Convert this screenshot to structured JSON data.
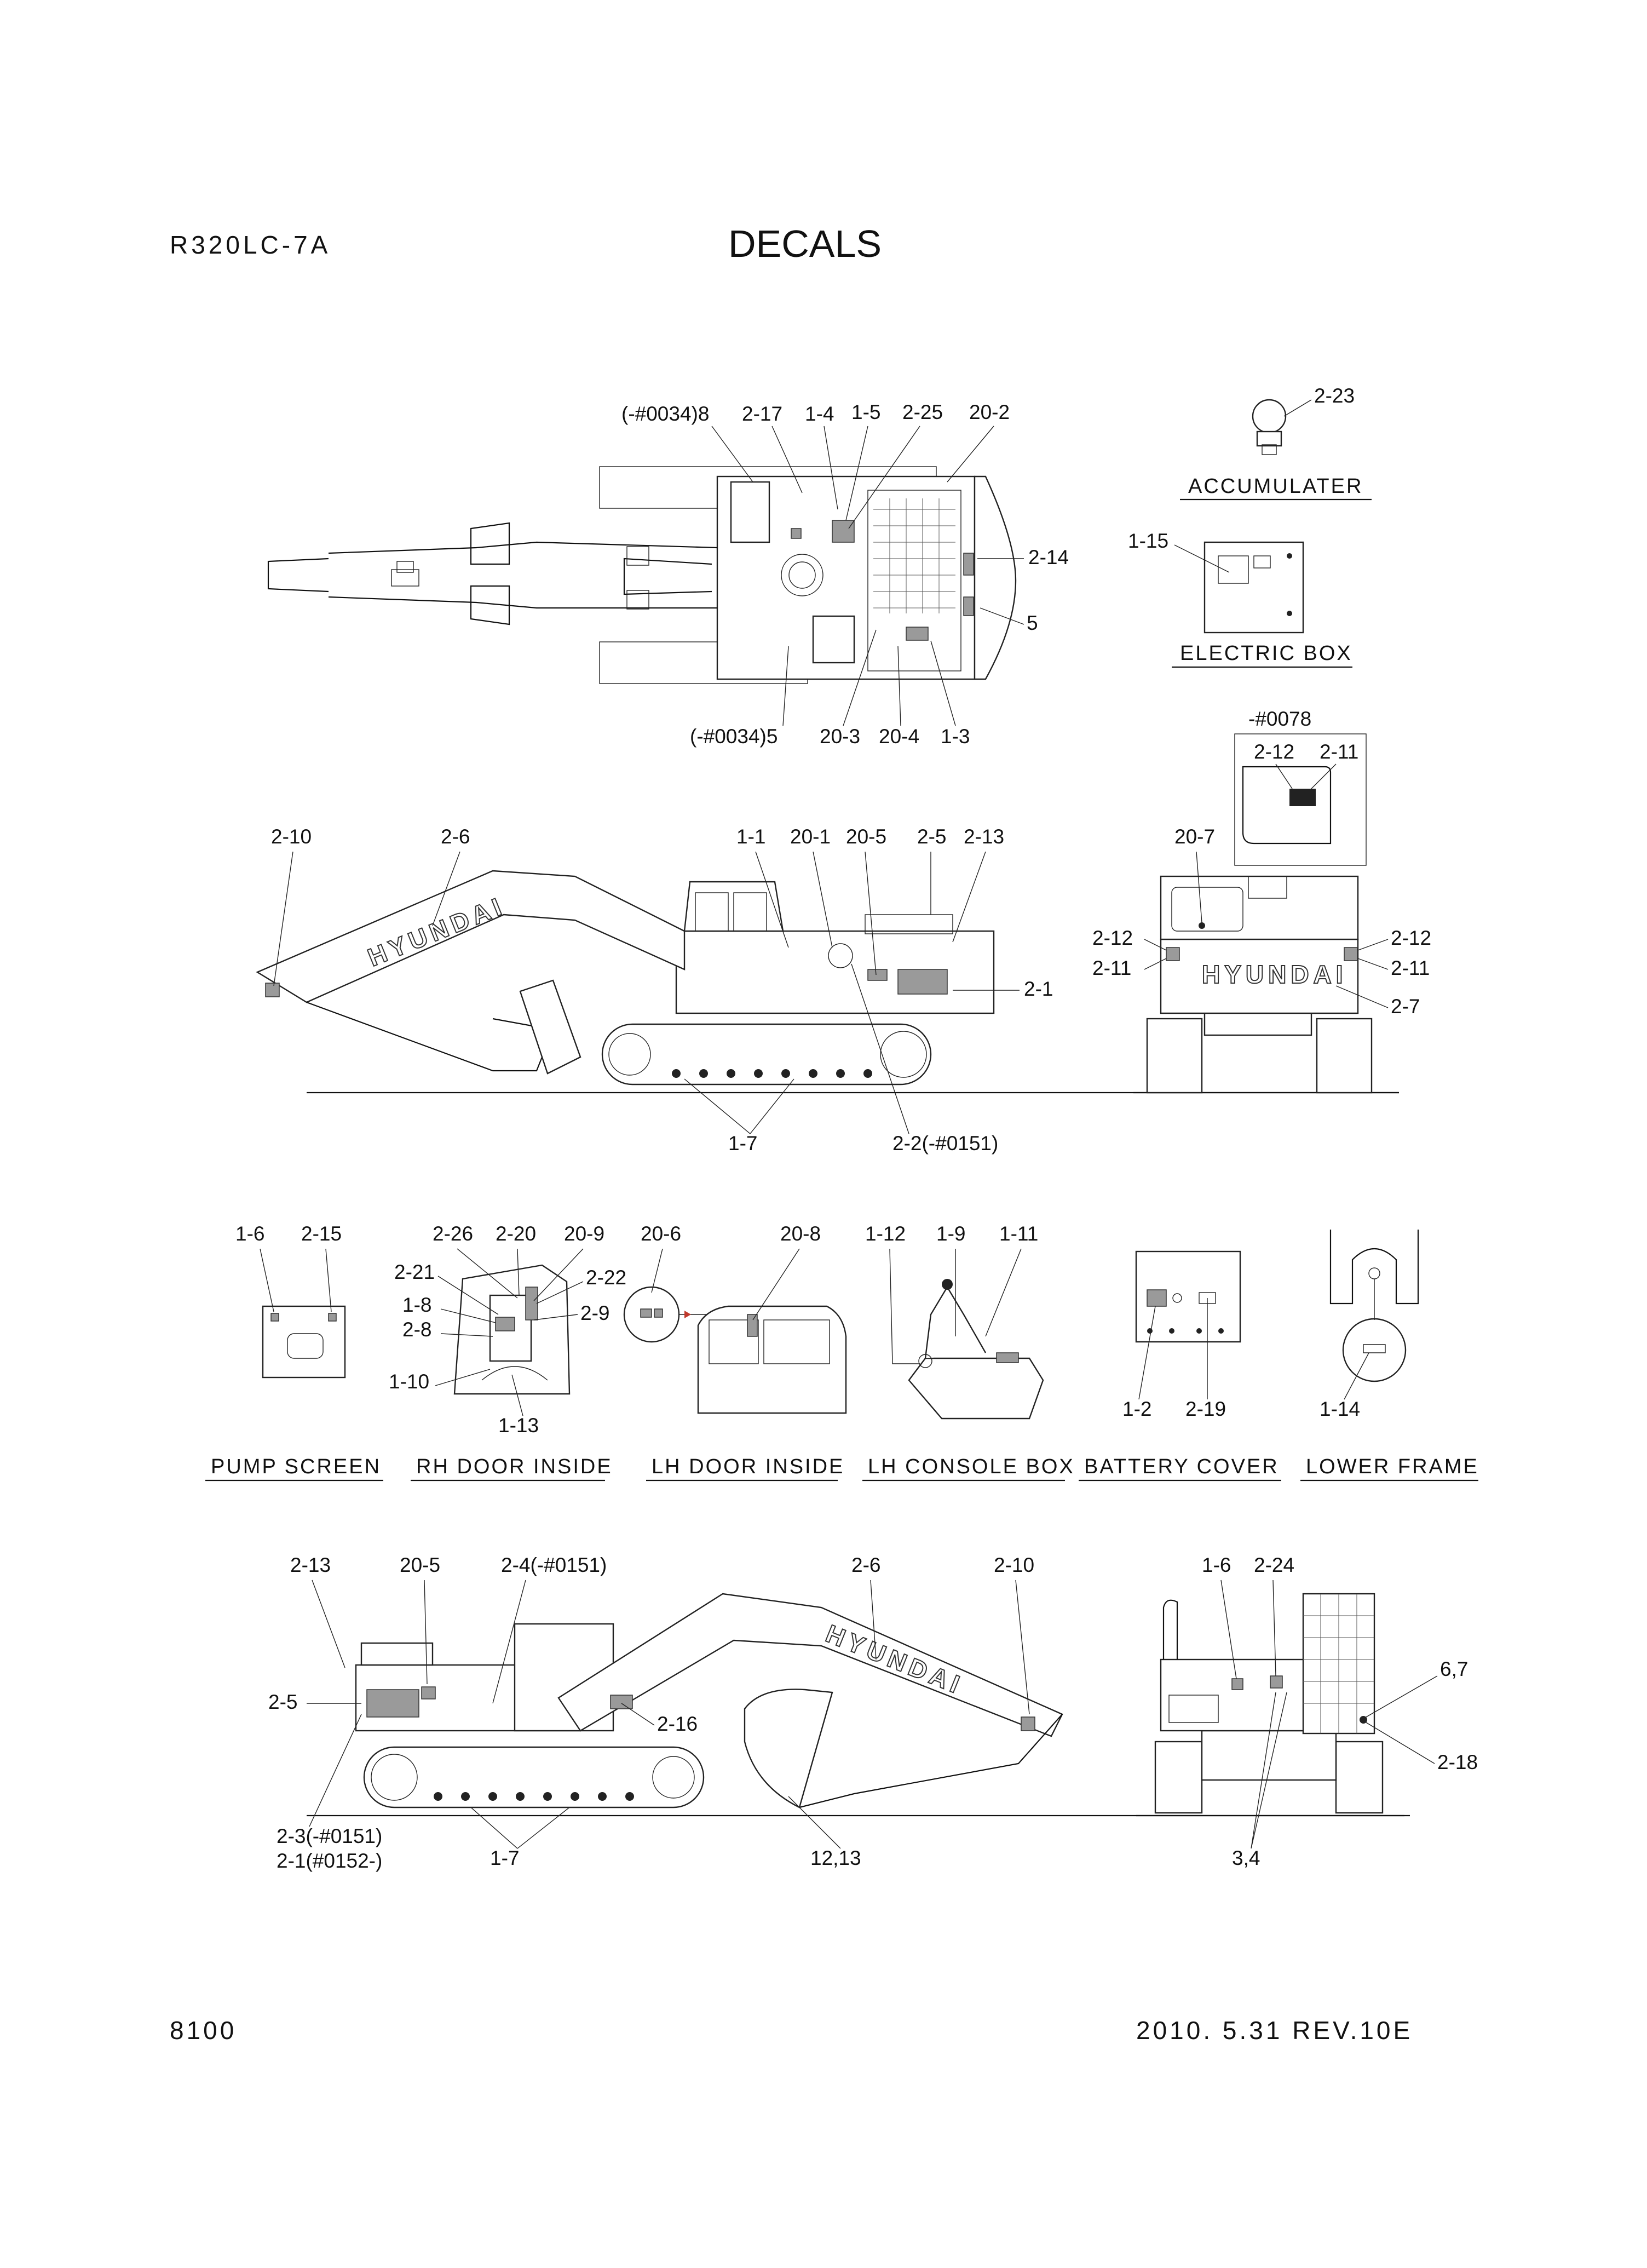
{
  "header": {
    "model": "R320LC-7A",
    "title": "DECALS"
  },
  "footer": {
    "page": "8100",
    "date": "2010. 5.31  REV.10E"
  },
  "views": {
    "top": {
      "callouts": [
        "(-#0034)8",
        "2-17",
        "1-4",
        "1-5",
        "2-25",
        "20-2",
        "2-14",
        "5",
        "(-#0034)5",
        "20-3",
        "20-4",
        "1-3"
      ]
    },
    "accumulator": {
      "label": "ACCUMULATER",
      "callouts": [
        "2-23"
      ]
    },
    "electric_box": {
      "label": "ELECTRIC BOX",
      "callouts": [
        "1-15"
      ]
    },
    "serial_inset": {
      "label": "-#0078",
      "callouts": [
        "2-12",
        "2-11"
      ]
    },
    "left_side": {
      "callouts": [
        "2-10",
        "2-6",
        "1-1",
        "20-1",
        "20-5",
        "2-5",
        "2-13",
        "2-1",
        "1-7",
        "2-2(-#0151)"
      ],
      "logo": "HYUNDAI"
    },
    "rear": {
      "callouts": [
        "20-7",
        "2-12",
        "2-12",
        "2-11",
        "2-11",
        "2-7"
      ],
      "logo": "HYUNDAI"
    },
    "pump_screen": {
      "label": "PUMP SCREEN",
      "callouts": [
        "1-6",
        "2-15"
      ]
    },
    "rh_door_inside": {
      "label": "RH DOOR INSIDE",
      "callouts": [
        "2-26",
        "2-20",
        "20-9",
        "2-21",
        "2-22",
        "1-8",
        "2-9",
        "2-8",
        "1-10",
        "1-13"
      ]
    },
    "lh_door_inside": {
      "label": "LH DOOR INSIDE",
      "callouts": [
        "20-6",
        "20-8"
      ]
    },
    "lh_console_box": {
      "label": "LH CONSOLE BOX",
      "callouts": [
        "1-12",
        "1-9",
        "1-11"
      ]
    },
    "battery_cover": {
      "label": "BATTERY COVER",
      "callouts": [
        "1-2",
        "2-19"
      ]
    },
    "lower_frame": {
      "label": "LOWER FRAME",
      "callouts": [
        "1-14"
      ]
    },
    "right_side": {
      "callouts": [
        "2-13",
        "20-5",
        "2-4(-#0151)",
        "2-6",
        "2-10",
        "2-5",
        "2-16",
        "2-3(-#0151)",
        "2-1(#0152-)",
        "1-7",
        "12,13"
      ],
      "logo": "HYUNDAI"
    },
    "front": {
      "callouts": [
        "1-6",
        "2-24",
        "6,7",
        "2-18",
        "3,4"
      ]
    }
  }
}
